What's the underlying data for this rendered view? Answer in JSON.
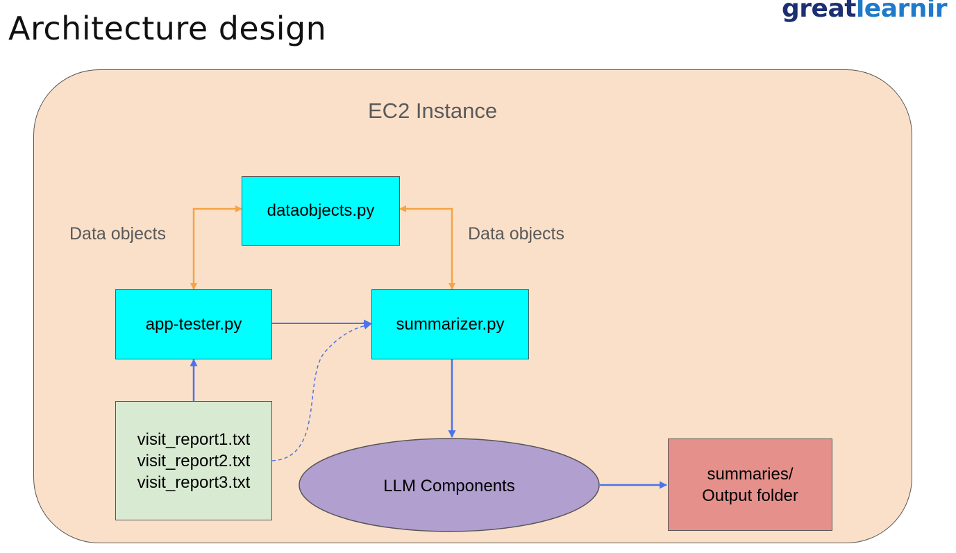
{
  "slide": {
    "title": "Architecture design",
    "brand_part1": "great",
    "brand_part2": "learnir"
  },
  "diagram": {
    "container_label": "EC2 Instance",
    "nodes": {
      "dataobjects": "dataobjects.py",
      "app_tester": "app-tester.py",
      "summarizer": "summarizer.py",
      "visit_reports": [
        "visit_report1.txt",
        "visit_report2.txt",
        "visit_report3.txt"
      ],
      "llm": "LLM Components",
      "output_line1": "summaries/",
      "output_line2": "Output folder"
    },
    "edge_labels": {
      "left": "Data objects",
      "right": "Data objects"
    }
  },
  "colors": {
    "container_fill": "#fbe0c9",
    "python_module": "#00ffff",
    "input_files": "#d9ead3",
    "llm": "#b19fd0",
    "output": "#e6908c",
    "data_arrow": "#f6a443",
    "flow_arrow": "#4a74e8"
  }
}
